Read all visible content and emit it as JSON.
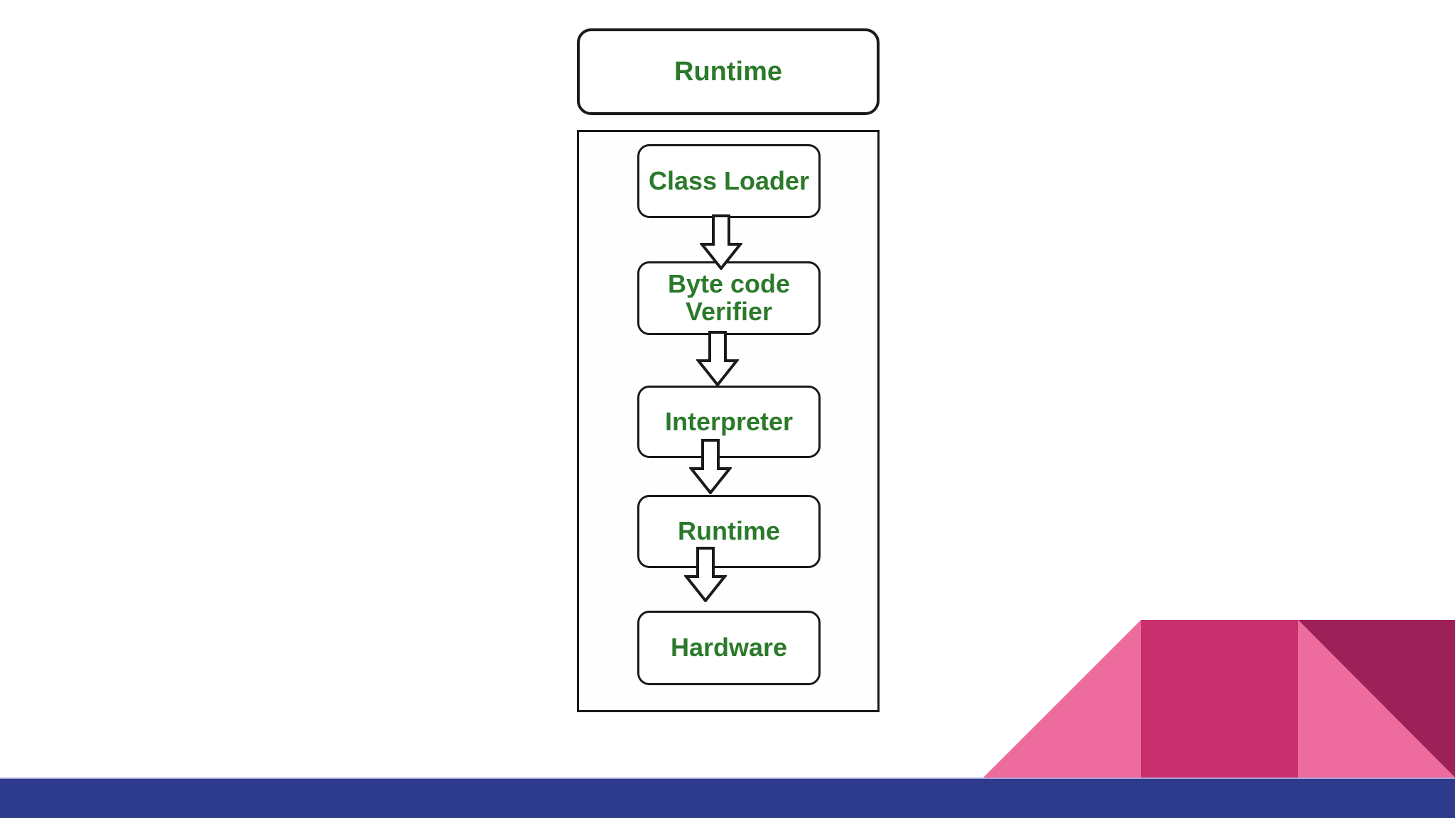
{
  "colors": {
    "text_green": "#2b7a2b",
    "outline": "#1a1a1a",
    "pink_light": "#ee6b9d",
    "pink_dark": "#ca2f6d",
    "maroon": "#9d2158",
    "bar_blue": "#2e3a8c",
    "bar_edge": "#aaa4d8",
    "bg": "#ffffff"
  },
  "diagram": {
    "top_box": {
      "label": "Runtime"
    },
    "flow_nodes": [
      {
        "label": "Class Loader"
      },
      {
        "label": "Byte code Verifier"
      },
      {
        "label": "Interpreter"
      },
      {
        "label": "Runtime"
      },
      {
        "label": "Hardware"
      }
    ],
    "arrow_count": 4
  }
}
